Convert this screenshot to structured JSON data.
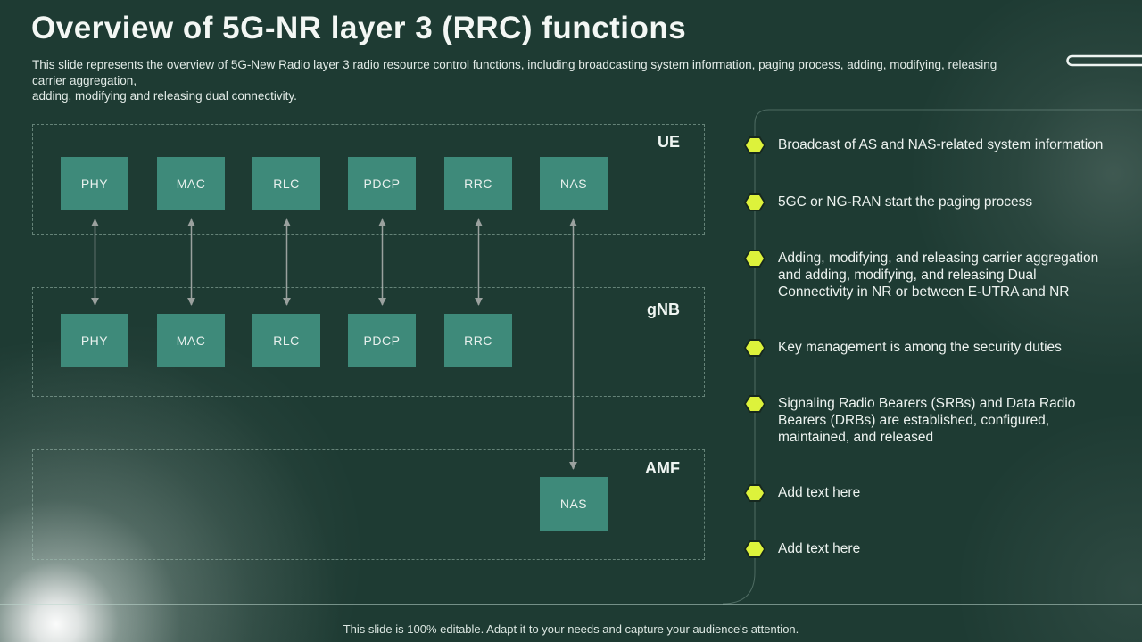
{
  "slide": {
    "title": "Overview of 5G-NR layer 3 (RRC) functions",
    "subtitle": "This slide represents the overview of 5G-New Radio layer 3 radio resource control functions, including broadcasting system information, paging process, adding, modifying, releasing carrier aggregation,\nadding, modifying and releasing dual connectivity.",
    "footer": "This slide is 100% editable. Adapt it to your needs and capture your audience's attention."
  },
  "diagram": {
    "rows": [
      {
        "label": "UE",
        "blocks": [
          "PHY",
          "MAC",
          "RLC",
          "PDCP",
          "RRC",
          "NAS"
        ]
      },
      {
        "label": "gNB",
        "blocks": [
          "PHY",
          "MAC",
          "RLC",
          "PDCP",
          "RRC"
        ]
      },
      {
        "label": "AMF",
        "blocks": [
          "NAS"
        ]
      }
    ]
  },
  "bullets": {
    "items": [
      "Broadcast of AS and NAS-related system information",
      "5GC or NG-RAN start the paging process",
      "Adding, modifying, and releasing carrier aggregation\nand adding, modifying, and releasing Dual\nConnectivity in NR or between E-UTRA and NR",
      "Key management is among the security duties",
      "Signaling Radio Bearers (SRBs) and Data Radio\nBearers (DRBs) are established, configured,\nmaintained, and released",
      "Add text here",
      "Add text here"
    ]
  },
  "colors": {
    "background": "#1E3B33",
    "block_fill": "#3E8A7A",
    "hexagon_bullet": "#DDF23B",
    "arrow": "#9AA19E",
    "dashed_border": "#A0BEB2",
    "panel_line": "#96B4AA",
    "title_text": "#F3F7F4",
    "body_text": "#EDF3F0"
  },
  "icons": {
    "bullet": "hexagon-bullet-icon",
    "connector": "double-headed-arrow-icon",
    "decoration": "pill-outline-icon"
  }
}
